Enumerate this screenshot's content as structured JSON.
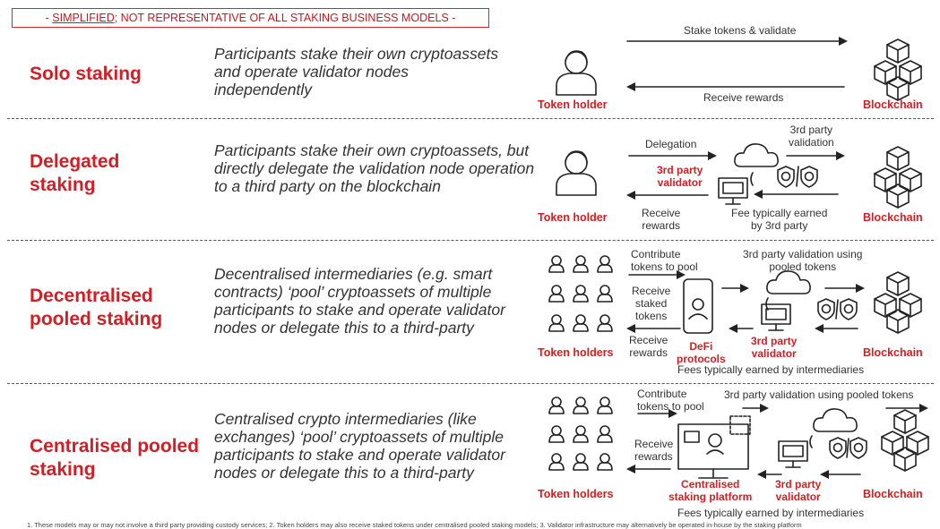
{
  "banner": {
    "prefix": "- ",
    "underlined": "SIMPLIFIED",
    "rest": "; NOT REPRESENTATIVE OF ALL STAKING BUSINESS MODELS -"
  },
  "rows": [
    {
      "title": "Solo staking",
      "description": "Participants stake their own cryptoassets and operate validator nodes independently",
      "holder": "Token holder",
      "chain": "Blockchain",
      "top_arrow": "Stake tokens & validate",
      "bottom_arrow": "Receive rewards"
    },
    {
      "title": "Delegated staking",
      "description": "Participants stake their own cryptoassets, but directly delegate the validation node operation to a third party on the blockchain",
      "holder": "Token holder",
      "chain": "Blockchain",
      "delegation": "Delegation",
      "validation_a": "3rd party",
      "validation_b": "validation",
      "validator_a": "3rd party",
      "validator_b": "validator",
      "receive_a": "Receive",
      "receive_b": "rewards",
      "fees_a": "Fee typically earned",
      "fees_b": "by 3rd party"
    },
    {
      "title": "Decentralised pooled staking",
      "description": "Decentralised intermediaries (e.g. smart contracts) ‘pool’ cryptoassets of multiple participants to stake and operate validator nodes or delegate this to a third-party",
      "holder": "Token holders",
      "chain": "Blockchain",
      "contribute_a": "Contribute",
      "contribute_b": "tokens to pool",
      "staked_a": "Receive",
      "staked_b": "staked",
      "staked_c": "tokens",
      "receive_a": "Receive",
      "receive_b": "rewards",
      "defi_a": "DeFi",
      "defi_b": "protocols",
      "validation_a": "3rd party validation using",
      "validation_b": "pooled tokens",
      "validator_a": "3rd party",
      "validator_b": "validator",
      "fees": "Fees typically earned by intermediaries"
    },
    {
      "title": "Centralised pooled staking",
      "description": "Centralised crypto intermediaries (like exchanges) ‘pool’ cryptoassets of multiple participants to stake and operate validator nodes or delegate this to a third-party",
      "holder": "Token holders",
      "chain": "Blockchain",
      "contribute_a": "Contribute",
      "contribute_b": "tokens to pool",
      "receive_a": "Receive",
      "receive_b": "rewards",
      "platform_a": "Centralised",
      "platform_b": "staking platform",
      "validation": "3rd party validation using pooled tokens",
      "validator_a": "3rd party",
      "validator_b": "validator",
      "fees": "Fees typically earned by intermediaries"
    }
  ],
  "footnote": "1. These models may or may not involve a third party providing custody services; 2. Token holders may also receive staked tokens under centralised pooled staking models; 3. Validator infrastructure may alternatively be operated in-house by the staking platform",
  "colors": {
    "accent": "#d01f25",
    "text": "#333333"
  },
  "icons": [
    "person-icon",
    "people-group-icon",
    "blockchain-cubes-icon",
    "cloud-icon",
    "computer-icon",
    "shield-icon",
    "phone-icon",
    "platform-icon"
  ]
}
